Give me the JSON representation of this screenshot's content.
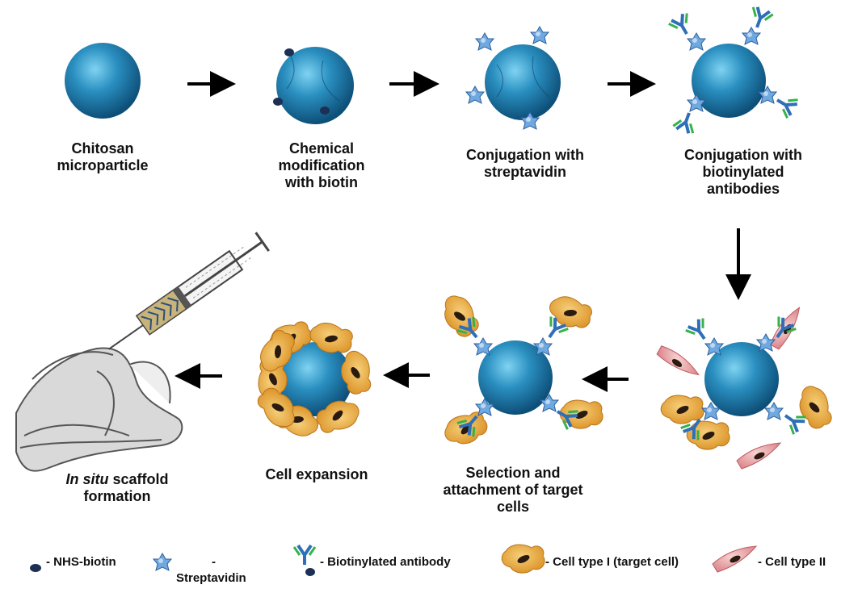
{
  "steps": {
    "s1": "Chitosan\nmicroparticle",
    "s2": "Chemical\nmodification\nwith biotin",
    "s3": "Conjugation with\nstreptavidin",
    "s4": "Conjugation with\nbiotinylated\nantibodies",
    "s5": "Selection and\nattachment of target\ncells",
    "s6": "Cell expansion",
    "s7_italic": "In situ",
    "s7_rest": " scaffold\nformation"
  },
  "legend": {
    "nhs": "- NHS-biotin",
    "strep_dash": "-",
    "strep": "Streptavidin",
    "antibody": "- Biotinylated antibody",
    "cell1": "- Cell type I (target cell)",
    "cell2": "- Cell type II"
  },
  "colors": {
    "particle": "#2a8fc0",
    "particle_dark": "#0d4f78",
    "streptavidin": "#5b9bd8",
    "antibody_blue": "#2f6fb8",
    "antibody_green": "#35b24a",
    "biotin": "#1c2f55",
    "cell_type_1": "#e8a83a",
    "cell_type_2": "#e8a0a0",
    "nucleus": "#2a1a10"
  },
  "icons": [
    "particle-icon",
    "streptavidin-icon",
    "antibody-icon",
    "biotin-icon",
    "cell-type-1-icon",
    "cell-type-2-icon",
    "syringe-icon",
    "knee-joint-icon",
    "arrow-icon"
  ]
}
